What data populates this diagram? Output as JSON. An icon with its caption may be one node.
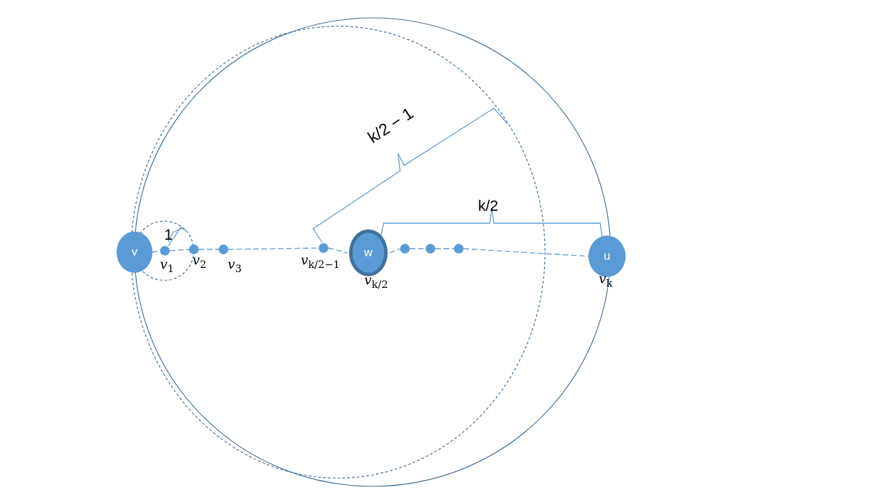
{
  "diagram": {
    "nodes": [
      {
        "text": [
          "v"
        ]
      },
      {
        "text": [],
        "shape": "circle",
        "beside": [
          "*v*$_{1}$"
        ]
      },
      {
        "text": [],
        "shape": "circle",
        "beside": [
          "*v*$_{2}$"
        ]
      },
      {
        "text": [],
        "shape": "circle",
        "beside": [
          "*v*$_{3}$"
        ]
      },
      {
        "text": [],
        "shape": "circle",
        "beside": [
          "*v*$_{k/2−1}$"
        ]
      },
      {
        "text": [
          "w"
        ],
        "beside": [
          "*v*$_{k/2}$"
        ]
      },
      {
        "text": [],
        "shape": "circle"
      },
      {
        "text": [],
        "shape": "circle"
      },
      {
        "text": [],
        "shape": "circle"
      },
      {
        "text": [
          "u"
        ],
        "beside": [
          "*v*$_{k}$"
        ]
      }
    ],
    "edges": [
      {
        "from": 0,
        "to": 1,
        "arrow": "none",
        "style": "dashed"
      },
      {
        "from": 1,
        "to": 2,
        "arrow": "none",
        "style": "dashed"
      },
      {
        "from": 2,
        "to": 3,
        "arrow": "none",
        "style": "dashed"
      },
      {
        "from": 3,
        "to": 4,
        "arrow": "none",
        "style": "dashed"
      },
      {
        "from": 4,
        "to": 5,
        "arrow": "none",
        "style": "dashed"
      },
      {
        "from": 5,
        "to": 6,
        "arrow": "none",
        "style": "dashed"
      },
      {
        "from": 6,
        "to": 7,
        "arrow": "none",
        "style": "dashed"
      },
      {
        "from": 7,
        "to": 8,
        "arrow": "none",
        "style": "dashed"
      },
      {
        "from": 8,
        "to": 9,
        "arrow": "none",
        "style": "dashed"
      }
    ],
    "labels": [
      "1",
      "k/2 − 1",
      "k/2"
    ]
  }
}
